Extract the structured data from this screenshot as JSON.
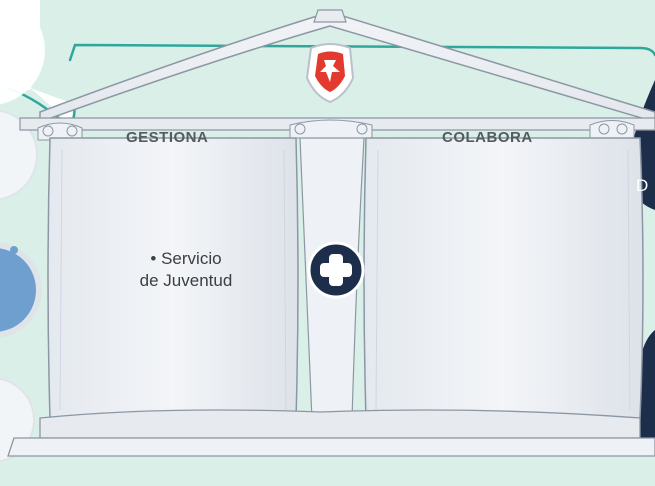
{
  "left_column": {
    "heading": "GESTIONA",
    "lines": [
      "• Servicio",
      "de Juventud"
    ]
  },
  "right_column": {
    "heading": "COLABORA"
  },
  "center_badge": {
    "icon": "plus-icon"
  },
  "crest": {
    "icon": "shield-crest-icon"
  },
  "right_panel": {
    "partial_text": "D"
  },
  "colors": {
    "background": "#d9efe8",
    "accent_teal": "#2fa79a",
    "dark_navy": "#1c2e49",
    "crest_red": "#e33a2f",
    "blue_badge": "#6f9fcf"
  }
}
